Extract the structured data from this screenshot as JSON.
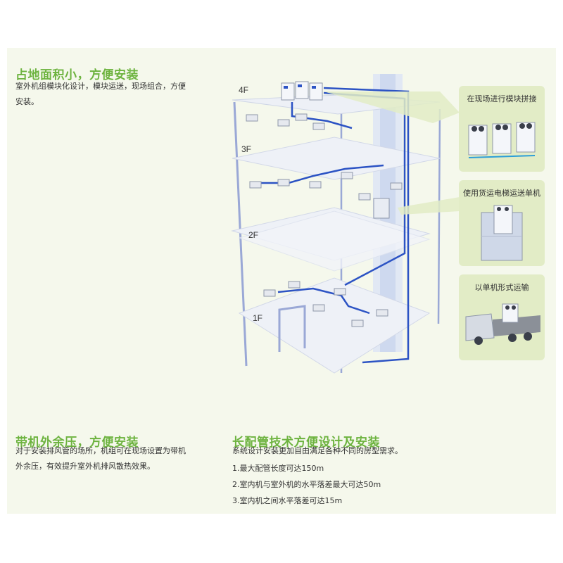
{
  "section1": {
    "title": "占地面积小，方便安装",
    "desc_line1": "室外机组模块化设计，模块运送，现场组合，方便",
    "desc_line2": "安装。"
  },
  "section2": {
    "title": "带机外余压，方便安装",
    "desc_line1": "对于安装排风管的场所，机组可在现场设置为带机",
    "desc_line2": "外余压，有效提升室外机排风散热效果。"
  },
  "section3": {
    "title": "长配管技术方便设计及安装",
    "desc": "系统设计安装更加自由满足各种不同的房型需求。",
    "items": [
      "1.最大配管长度可达150m",
      "2.室内机与室外机的水平落差最大可达50m",
      "3.室内机之间水平落差可达15m"
    ]
  },
  "floors": {
    "f4": "4F",
    "f3": "3F",
    "f2": "2F",
    "f1": "1F"
  },
  "callouts": {
    "c1": "在现场进行模块拼接",
    "c2": "使用货运电梯运送单机",
    "c3": "以单机形式运输"
  },
  "colors": {
    "accent": "#6db33f",
    "pipe": "#2c53c4",
    "callout_bg": "#e2ecc6",
    "panel_bg": "#f5f8ec"
  }
}
